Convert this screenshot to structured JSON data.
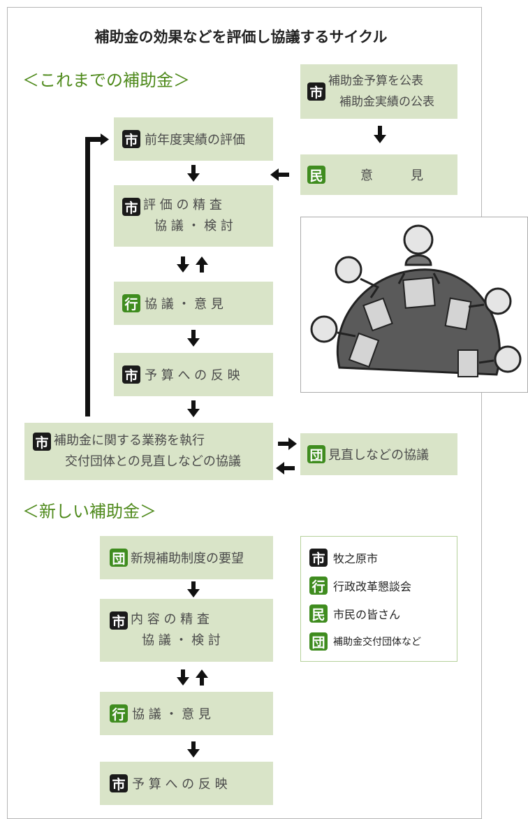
{
  "title": "補助金の効果などを評価し協議するサイクル",
  "sections": {
    "existing": "＜これまでの補助金＞",
    "new": "＜新しい補助金＞"
  },
  "icons": {
    "city": "市",
    "council": "行",
    "citizen": "民",
    "group": "団"
  },
  "flow_existing": {
    "publish": [
      "補助金予算を公表",
      "補助金実績の公表"
    ],
    "evaluate": "前年度実績の評価",
    "citizen_opinion": "意　見",
    "scrutinize": [
      "評 価 の 精 査",
      "協 議 ・ 検 討"
    ],
    "council_opinion": "協 議 ・ 意 見",
    "budget": "予 算 へ の 反 映",
    "execute": [
      "補助金に関する業務を執行",
      "交付団体との見直しなどの協議"
    ],
    "group_review": "見直しなどの協議"
  },
  "flow_new": {
    "request": "新規補助制度の要望",
    "scrutinize": [
      "内 容 の 精 査",
      "協 議 ・ 検 討"
    ],
    "council_opinion": "協 議 ・ 意 見",
    "budget": "予 算 へ の 反 映"
  },
  "legend": [
    {
      "icon": "市",
      "label": "牧之原市",
      "color": "#1a1a1a"
    },
    {
      "icon": "行",
      "label": "行政改革懇談会",
      "color": "#3f8c1f"
    },
    {
      "icon": "民",
      "label": "市民の皆さん",
      "color": "#3f8c1f"
    },
    {
      "icon": "団",
      "label": "補助金交付団体など",
      "color": "#3f8c1f"
    }
  ]
}
